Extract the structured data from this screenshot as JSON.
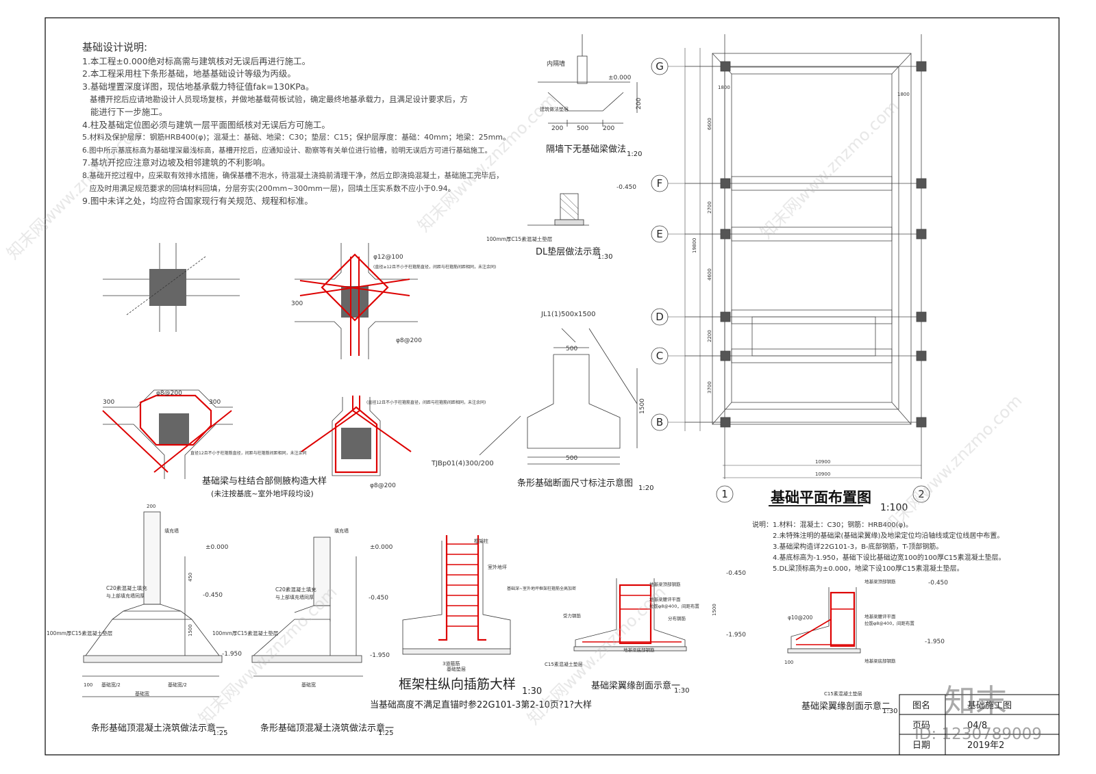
{
  "notes": {
    "title": "基础设计说明:",
    "lines": [
      "1.本工程±0.000绝对标高需与建筑核对无误后再进行施工。",
      "2.本工程采用柱下条形基础，地基基础设计等级为丙级。",
      "3.基础埋置深度详图，现估地基承载力特征值fak=130KPa。",
      "   基槽开挖后应请地勘设计人员现场复核，并做地基载荷板试验，确定最终地基承载力，且满足设计要求后，方",
      "   能进行下一步施工。",
      "4.柱及基础定位图必须与建筑一层平面图纸核对无误后方可施工。",
      "5.材料及保护层厚：钢筋HRB400(φ)；混凝土：基础、地梁：C30；垫层：C15；保护层厚度：基础：40mm；地梁：25mm。",
      "6.图中所示基底标高为基础埋深最浅标高，基槽开挖后，应通知设计、勘察等有关单位进行验槽，验明无误后方可进行基础施工。",
      "7.基坑开挖应注意对边坡及相邻建筑的不利影响。",
      "8.基础开挖过程中，应采取有效排水措施，确保基槽不泡水，待混凝土浇捣前清理干净，然后立即浇捣混凝土，基础施工完毕后，",
      "   应及时用满足规范要求的回填材料回填，分层夯实(200mm~300mm一层)，回填土压实系数不应小于0.94。",
      "9.图中未详之处，均应符合国家现行有关规范、规程和标准。"
    ]
  },
  "details": {
    "gewall_title": "隔墙下无基础梁做法",
    "gewall_scale": "1:20",
    "gewall_pm": "±0.000",
    "gewall_label1": "内隔墙",
    "gewall_label2": "建筑做法垫层",
    "gewall_dim_a": "200",
    "gewall_dim_b": "500",
    "gewall_dim_c": "200",
    "gewall_dim_h": "200",
    "dl_title": "DL垫层做法示意",
    "dl_scale": "1:30",
    "dl_level": "-0.450",
    "dl_note": "100mm厚C15素混凝土垫层",
    "jl_label": "JL1(1)500x1500",
    "jl_top": "500",
    "jl_bot": "500",
    "jl_h": "1500",
    "tjb_label": "TJBp01(4)300/200",
    "strip_title": "条形基础断面尺寸标注示意图",
    "strip_scale": "1:20",
    "joint_title": "基础梁与柱结合部侧腋构造大样",
    "joint_sub": "(未注按基底~室外地坪段均设)",
    "joint_300": "300",
    "joint_rebar1": "φ12@100",
    "joint_rebar2": "φ8@200",
    "joint_rebar3": "φ8@200",
    "joint_rebar4": "φ8@200",
    "joint_note1": "(直径≥12且不小于柱箍筋直径，间距与柱箍筋间距相同，未注余同)",
    "joint_note2": "直径12且不小于柱箍筋直径，间距与柱箍筋间距相同，未注余同",
    "joint_note3": "(直径12且不小于柱箍筋直径，间距与柱箍筋间距相同，未注余同)",
    "pour1_title": "条形基础顶混凝土浇筑做法示意一",
    "pour1_scale": "1:25",
    "pour2_title": "条形基础顶混凝土浇筑做法示意一",
    "pour2_scale": "1:25",
    "pour_pm": "±0.000",
    "pour_450": "-0.450",
    "pour_1950": "-1.950",
    "pour_c20": "C20素混凝土填充",
    "pour_c20b": "与上部填充墙同厚",
    "pour_pad": "100mm厚C15素混凝土垫层",
    "pour_wall": "填充墙",
    "pour_200": "200",
    "pour_450d": "450",
    "pour_1500": "1500",
    "pour_w": "基础宽",
    "pour_w2": "基础宽/2",
    "pour_100": "100",
    "col_title": "框架柱纵向插筋大样",
    "col_scale": "1:30",
    "col_note": "当基础高度不满足直锚时参22G101-3第2-10页?1?大样",
    "col_label1": "框架柱",
    "col_label2": "室外地坪",
    "col_label3": "基础深~室外地坪框架柱箍筋全高加密",
    "col_label4": "3道箍筋",
    "col_label5": "基础垫层",
    "wing1_title": "基础梁翼缘剖面示意一",
    "wing1_scale": "1:30",
    "wing2_title": "基础梁翼缘剖面示意二",
    "wing2_scale": "1:30",
    "wing_l1": "地基梁顶部钢筋",
    "wing_l2": "地基梁腰评平面",
    "wing_l3": "拉筋φ8@400，间距布置",
    "wing_l4": "地基梁底部钢筋",
    "wing_l5": "C15素混凝土垫层",
    "wing_l6": "受力钢筋",
    "wing_l7": "分布钢筋",
    "wing_450": "-0.450",
    "wing_1950": "-1.950",
    "wing_1500": "1500",
    "wing_100": "100",
    "wing_d10": "φ10@200"
  },
  "plan": {
    "title": "基础平面布置图",
    "scale": "1:100",
    "rows": [
      "G",
      "F",
      "E",
      "D",
      "C",
      "B"
    ],
    "cols": [
      "1",
      "2"
    ],
    "dim_total_w": "10900",
    "dim_total_w2": "10900",
    "dim_total_h": "19800",
    "seg_dims": [
      "6600",
      "2700",
      "4600",
      "2200",
      "3700"
    ],
    "side_dims": [
      "1800",
      "1800"
    ],
    "note_lines": [
      "说明：1.材料：混凝土：C30；钢筋：HRB400(φ)。",
      "2.未特殊注明的基础梁(基础梁翼缘)及地梁定位均沿轴线或定位线居中布置。",
      "3.基础梁构造详22G101-3，B-底部钢筋，T-顶部钢筋。",
      "4.基底标高为-1.950，基础下设比基础边宽100的100厚C15素混凝土垫层。",
      "5.DL梁顶标高为±0.000，地梁下设100厚C15素混凝土垫层。"
    ]
  },
  "titleblock": {
    "k1": "图名",
    "v1": "基础施工图",
    "k2": "页码",
    "v2": "04/8",
    "k3": "日期",
    "v3": "2019年2"
  },
  "watermark": {
    "brand": "知末",
    "id": "ID: 1230789009",
    "site": "知末网www.znzmo.com"
  }
}
